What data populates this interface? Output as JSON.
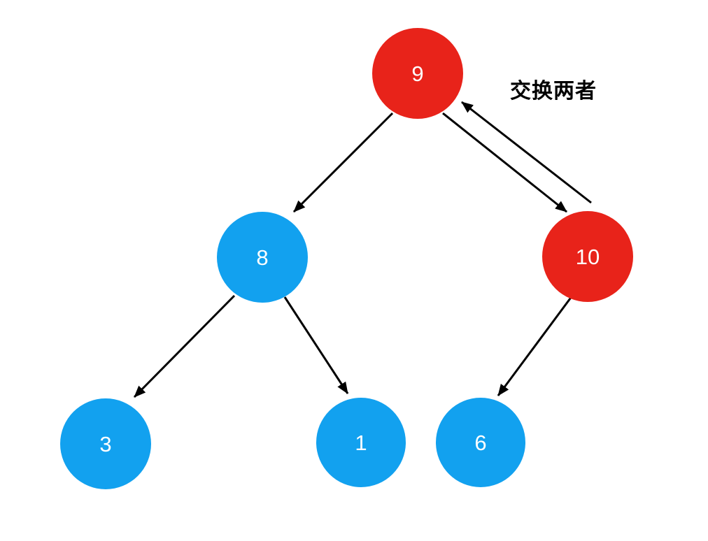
{
  "diagram": {
    "type": "binary-tree",
    "description": "Max-heap sift step showing nodes 9 and 10 being swapped",
    "colors": {
      "highlight": "#e8231a",
      "normal": "#12a1ef",
      "node_text": "#ffffff",
      "edge": "#000000",
      "annotation_text": "#000000",
      "background": "#ffffff"
    },
    "annotation": {
      "text": "交换两者"
    },
    "nodes": [
      {
        "id": "9",
        "label": "9",
        "state": "highlight",
        "color": "#e8231a"
      },
      {
        "id": "8",
        "label": "8",
        "state": "normal",
        "color": "#12a1ef"
      },
      {
        "id": "10",
        "label": "10",
        "state": "highlight",
        "color": "#e8231a"
      },
      {
        "id": "3",
        "label": "3",
        "state": "normal",
        "color": "#12a1ef"
      },
      {
        "id": "1",
        "label": "1",
        "state": "normal",
        "color": "#12a1ef"
      },
      {
        "id": "6",
        "label": "6",
        "state": "normal",
        "color": "#12a1ef"
      }
    ],
    "edges": [
      {
        "from": "9",
        "to": "8",
        "kind": "parent-child"
      },
      {
        "from": "10",
        "to": "9",
        "kind": "swap"
      },
      {
        "from": "9",
        "to": "10",
        "kind": "swap"
      },
      {
        "from": "8",
        "to": "3",
        "kind": "parent-child"
      },
      {
        "from": "8",
        "to": "1",
        "kind": "parent-child"
      },
      {
        "from": "10",
        "to": "6",
        "kind": "parent-child"
      }
    ]
  }
}
